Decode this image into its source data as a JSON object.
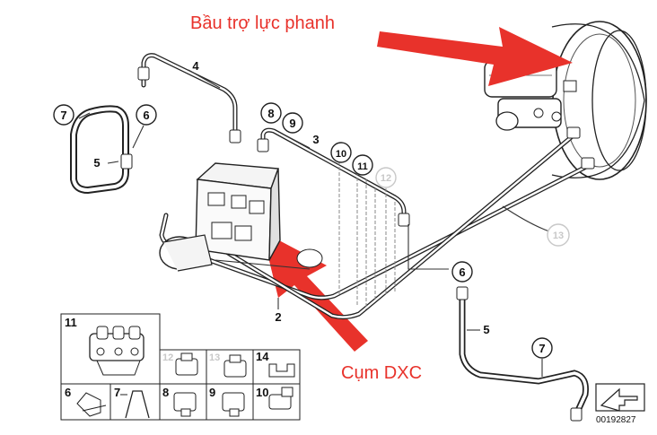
{
  "annotations": {
    "booster": "Bầu trợ lực phanh",
    "dxc": "Cụm DXC",
    "color": "#e8322b"
  },
  "callouts": {
    "c7a": "7",
    "c6a": "6",
    "c5a": "5",
    "c4": "4",
    "c8": "8",
    "c9": "9",
    "c3": "3",
    "c10": "10",
    "c11": "11",
    "c12": "12",
    "c13": "13",
    "c2": "2",
    "c6b": "6",
    "c5b": "5",
    "c7b": "7"
  },
  "parts_grid": {
    "g11": "11",
    "g12": "12",
    "g13": "13",
    "g14": "14",
    "g6": "6",
    "g7": "7",
    "g8": "8",
    "g9": "9",
    "g10": "10"
  },
  "doc_number": "00192827"
}
